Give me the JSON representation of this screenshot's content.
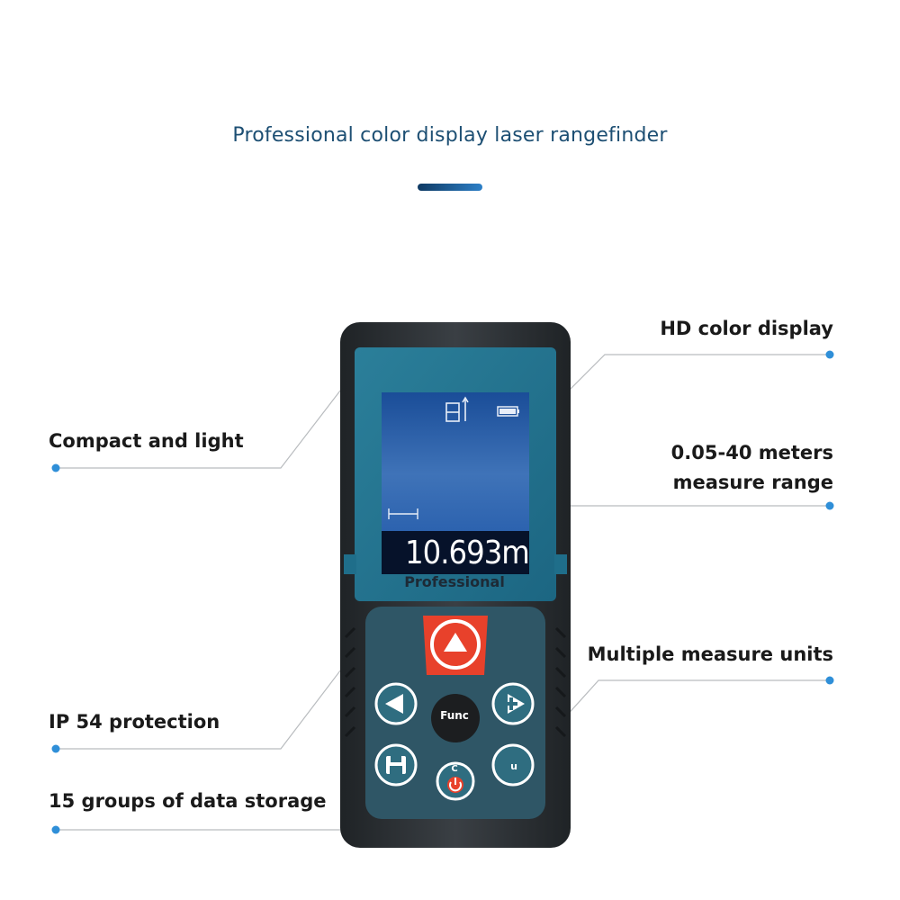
{
  "header": {
    "title": "Professional color display laser rangefinder"
  },
  "features": {
    "left": [
      "Compact and light",
      "IP 54 protection",
      "15 groups of data storage"
    ],
    "right": [
      "HD color display",
      "0.05-40 meters\nmeasure range",
      "Multiple measure units"
    ]
  },
  "device": {
    "reading": "10.693m",
    "brand_label": "Professional",
    "buttons": {
      "func": "Func",
      "clear": "C",
      "unit": "u"
    },
    "battery_level": 1.0
  },
  "colors": {
    "accent": "#1d4f73",
    "callout_dot": "#2f8fd8",
    "measure_button": "#e8412b",
    "body": "#2b2f33",
    "keypad": "#2f5666"
  },
  "icons": {
    "measure": "triangle-up-icon",
    "left": "arrow-left-icon",
    "plus": "plus-arrow-icon",
    "save": "floppy-disk-icon",
    "power": "power-icon",
    "area_mode": "area-measure-icon",
    "battery": "battery-icon",
    "distance": "distance-icon"
  }
}
